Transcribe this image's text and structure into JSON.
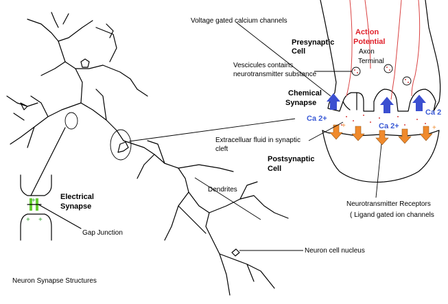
{
  "title": "Neuron Synapse Structures",
  "labels": {
    "voltage_gated": "Voltage gated calcium channels",
    "presynaptic_line1": "Presynaptic",
    "presynaptic_line2": "Cell",
    "action_line1": "Action",
    "action_line2": "Potential",
    "axon_line1": "Axon",
    "axon_line2": "Terminal",
    "vesicles_line1": "Vescicules contains",
    "vesicles_line2": "neurotransmitter substance",
    "chemical_line1": "Chemical",
    "chemical_line2": "Synapse",
    "ca_left": "Ca 2+",
    "ca_mid": "Ca 2+",
    "ca_right": "Ca 2",
    "extracellular_line1": "Extracelluar fluid in synaptic",
    "extracellular_line2": "cleft",
    "postsynaptic_line1": "Postsynaptic",
    "postsynaptic_line2": "Cell",
    "dendrites": "Dendrites",
    "receptors_line1": "Neurotransmitter Receptors",
    "receptors_line2": "( Ligand gated ion channels",
    "electrical_line1": "Electrical",
    "electrical_line2": "Synapse",
    "gap_junction": "Gap Junction",
    "nucleus": "Neuron cell nucleus",
    "plus": "+"
  },
  "colors": {
    "action_potential": "#e0202a",
    "calcium_arrow": "#3b4fd0",
    "receptor_arrow": "#f08a2c",
    "gap_junction": "#66cc33",
    "plus_sign": "#2aa02a",
    "orange_plus": "#f08a2c",
    "vesicle_dot": "#d94040"
  },
  "icons": {
    "calcium_arrow": "up-arrow",
    "receptor_arrow": "down-arrow",
    "vesicle": "circle-with-dots"
  }
}
